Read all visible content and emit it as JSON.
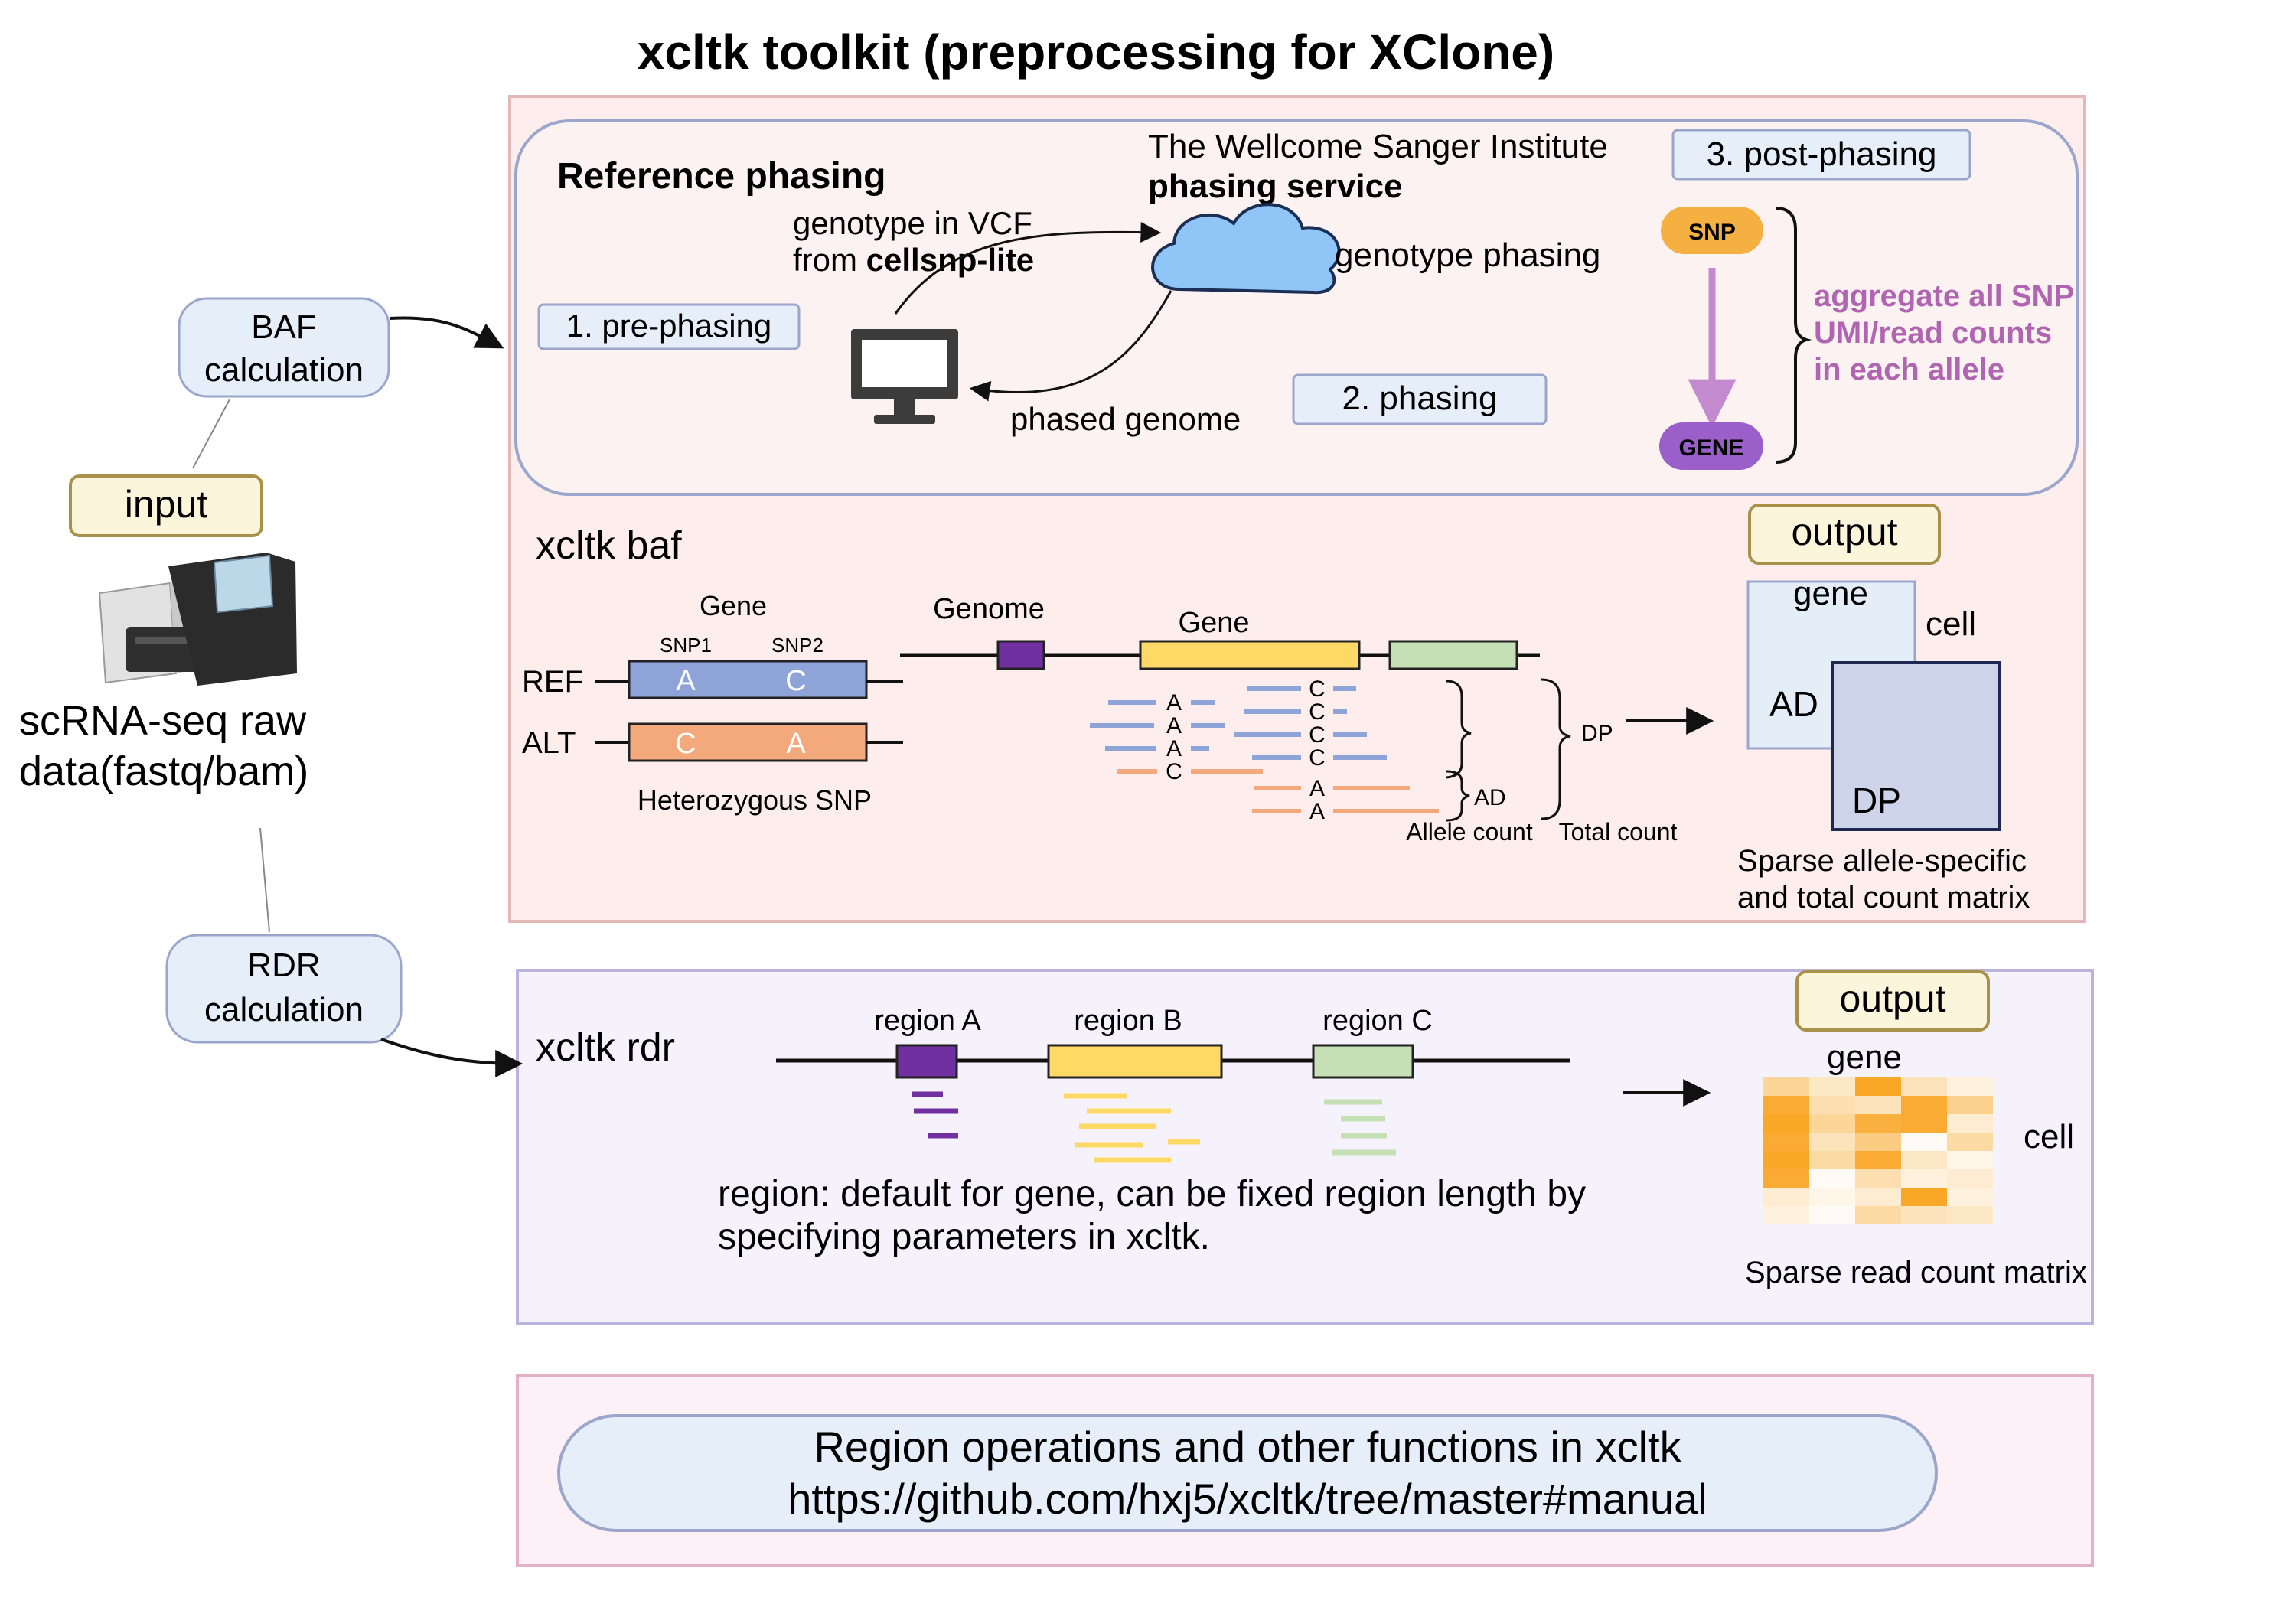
{
  "title": "xcltk toolkit (preprocessing for XClone)",
  "left": {
    "baf_calc": [
      "BAF",
      "calculation"
    ],
    "input_label": "input",
    "raw_data": [
      "scRNA-seq raw",
      "data(fastq/bam)"
    ],
    "rdr_calc": [
      "RDR",
      "calculation"
    ]
  },
  "phasing": {
    "heading": "Reference phasing",
    "sanger_line1": "The Wellcome Sanger Institute",
    "sanger_line2": "phasing service",
    "genotype_line1": "genotype in VCF",
    "genotype_from": "from ",
    "genotype_tool": "cellsnp-lite",
    "genotype_phasing": "genotype phasing",
    "pre_phasing": "1. pre-phasing",
    "phasing_step": "2. phasing",
    "post_phasing": "3. post-phasing",
    "phased_genome": "phased genome",
    "snp_pill": "SNP",
    "gene_pill": "GENE",
    "aggregate": [
      "aggregate all SNP",
      "UMI/read counts",
      "in each allele"
    ]
  },
  "baf": {
    "heading": "xcltk baf",
    "gene_label": "Gene",
    "snp1": "SNP1",
    "snp2": "SNP2",
    "ref": "REF",
    "alt": "ALT",
    "ref_bases": [
      "A",
      "C"
    ],
    "alt_bases": [
      "C",
      "A"
    ],
    "het_snp": "Heterozygous SNP",
    "genome_label": "Genome",
    "genome_gene_label": "Gene",
    "read_bases_left": [
      "A",
      "A",
      "A",
      "C"
    ],
    "read_bases_right": [
      "C",
      "C",
      "C",
      "C",
      "A",
      "A"
    ],
    "ad": "AD",
    "dp": "DP",
    "allele_count": "Allele count",
    "total_count": "Total count",
    "output": "output",
    "matrix_gene": "gene",
    "matrix_cell": "cell",
    "matrix_ad": "AD",
    "matrix_dp": "DP",
    "matrix_caption": [
      "Sparse allele-specific",
      "and total count matrix"
    ]
  },
  "rdr": {
    "heading": "xcltk rdr",
    "region_a": "region A",
    "region_b": "region B",
    "region_c": "region C",
    "note": [
      "region: default for gene, can be fixed region length by",
      "specifying parameters in xcltk."
    ],
    "output": "output",
    "matrix_gene": "gene",
    "matrix_cell": "cell",
    "matrix_caption": "Sparse read count matrix",
    "heatmap": [
      [
        0.45,
        0.25,
        0.95,
        0.3,
        0.15
      ],
      [
        0.9,
        0.35,
        0.3,
        0.9,
        0.5
      ],
      [
        0.95,
        0.45,
        0.85,
        0.9,
        0.2
      ],
      [
        0.9,
        0.3,
        0.55,
        0.05,
        0.4
      ],
      [
        0.95,
        0.4,
        0.9,
        0.25,
        0.1
      ],
      [
        0.9,
        0.05,
        0.35,
        0.15,
        0.2
      ],
      [
        0.2,
        0.1,
        0.2,
        0.95,
        0.15
      ],
      [
        0.15,
        0.05,
        0.4,
        0.3,
        0.25
      ]
    ]
  },
  "footer": {
    "line1": "Region operations and other functions in xcltk",
    "line2": "https://github.com/hxj5/xcltk/tree/master#manual"
  },
  "colors": {
    "baf_panel": "#fdeeed",
    "rdr_panel": "#f5f2fc",
    "footer_panel": "#fdf0f6",
    "ref_blue": "#8ea4d8",
    "alt_orange": "#f4a97d",
    "purple": "#7030a0",
    "yellow": "#ffd966",
    "green": "#c5e0b4",
    "snp_orange": "#f4b142",
    "gene_purple": "#9b5fc9",
    "aggregate_text": "#b065b0",
    "heat_orange": "#f8a21c"
  }
}
